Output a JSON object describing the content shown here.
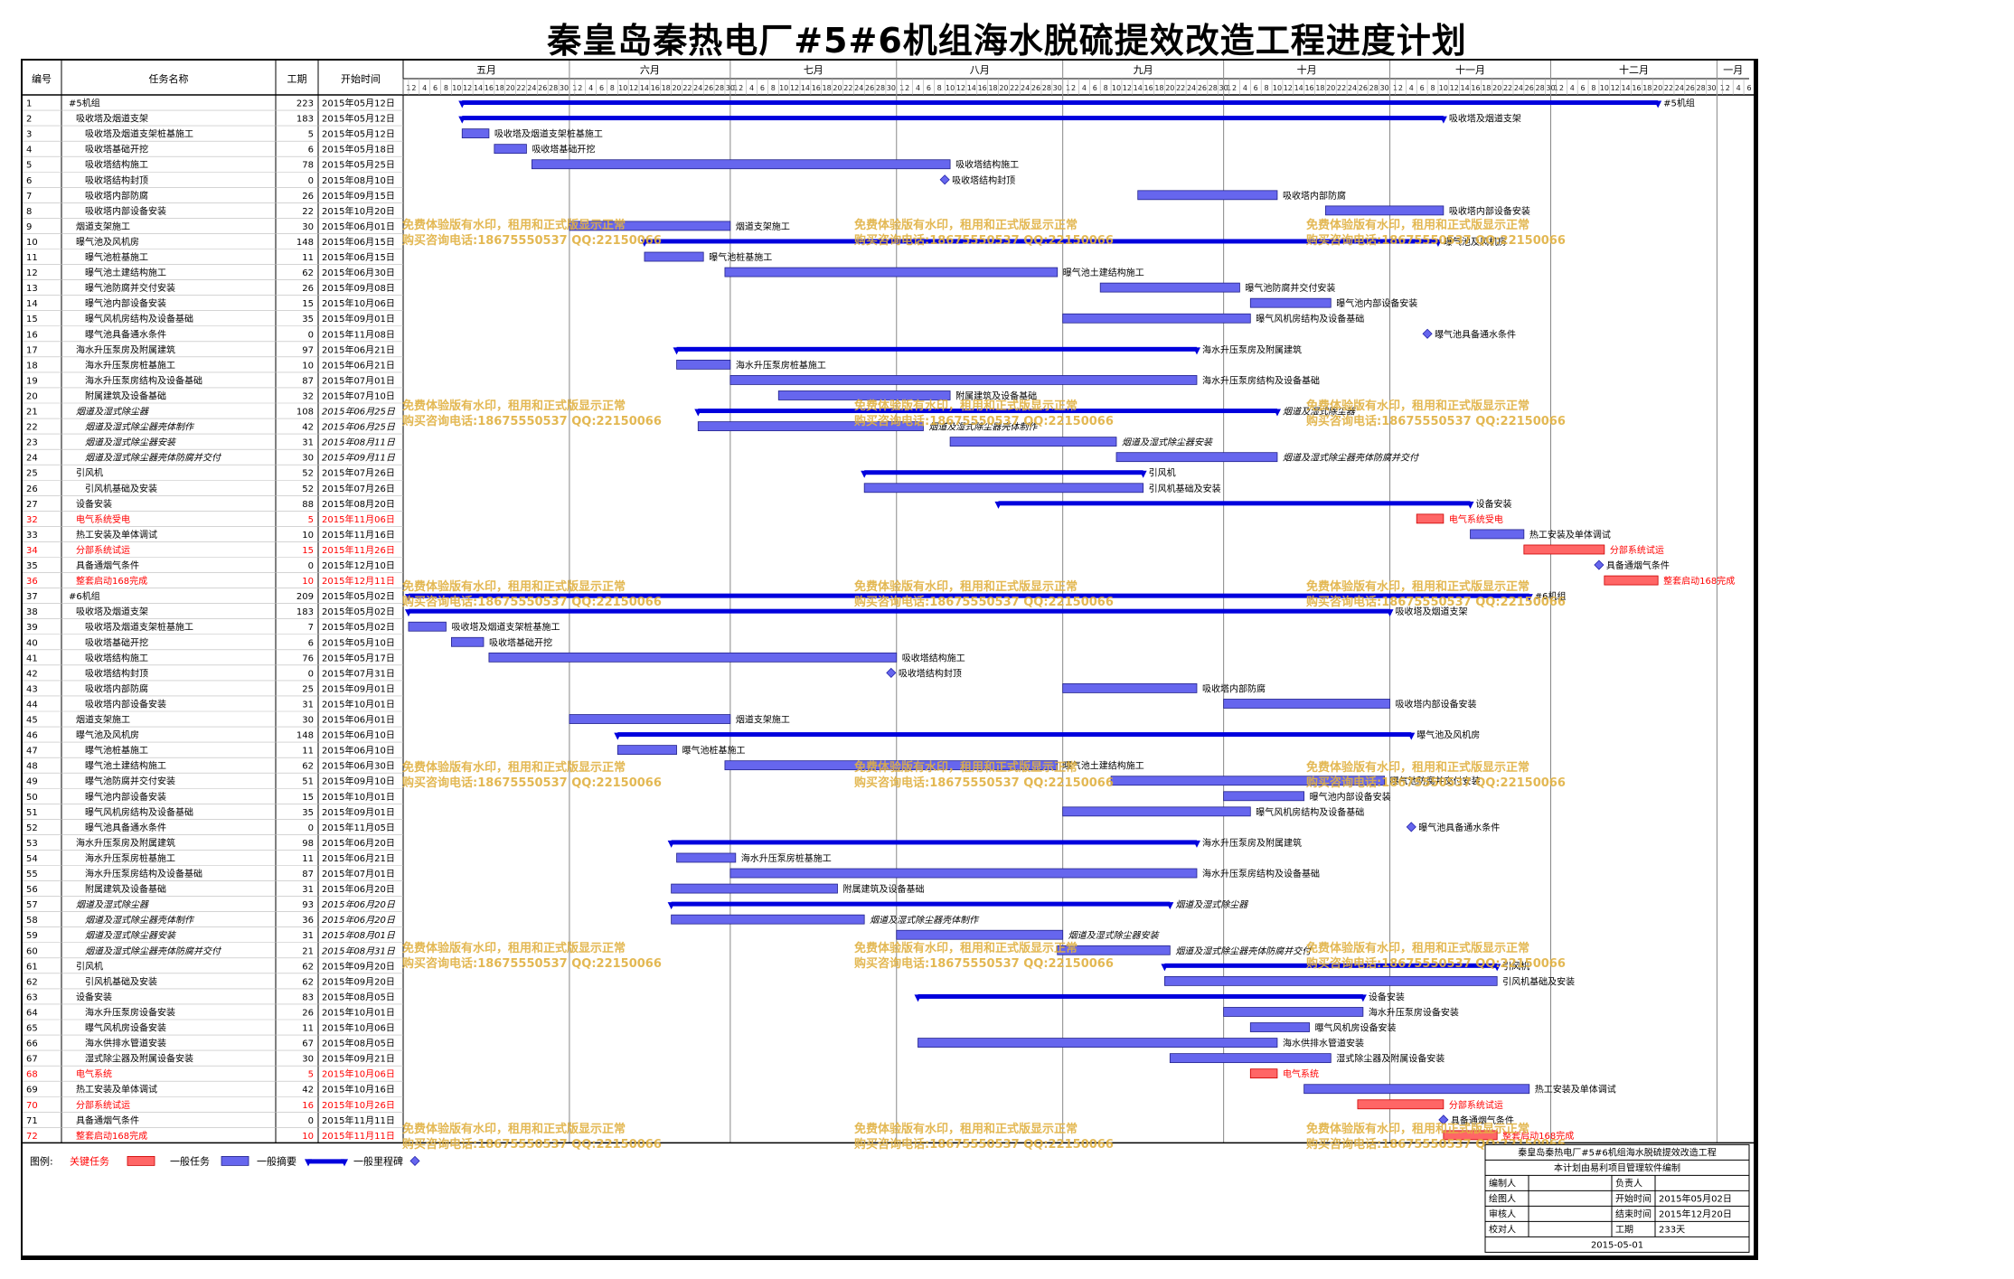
{
  "title": "秦皇岛秦热电厂#5#6机组海水脱硫提效改造工程进度计划",
  "columns": {
    "id": "编号",
    "name": "任务名称",
    "duration": "工期",
    "start": "开始时间"
  },
  "months": [
    "五月",
    "六月",
    "七月",
    "八月",
    "九月",
    "十月",
    "十一月",
    "十二月",
    "一月"
  ],
  "colors": {
    "critical": "#ff6666",
    "normal": "#6666ee",
    "summary": "#0000dd",
    "milestone": "#6666ee",
    "criticalText": "#ff0000",
    "watermark": "#e0b040"
  },
  "chart_data": {
    "type": "gantt",
    "timeline_start": "2015-05-01",
    "timeline_end": "2016-01-06",
    "tasks": [
      {
        "id": "1",
        "name": "#5机组",
        "dur": "223",
        "start": "2015年05月12日",
        "end": "2015-12-20",
        "type": "summary",
        "level": 0,
        "label": "#5机组"
      },
      {
        "id": "2",
        "name": "吸收塔及烟道支架",
        "dur": "183",
        "start": "2015年05月12日",
        "end": "2015-11-10",
        "type": "summary",
        "level": 1,
        "label": "吸收塔及烟道支架"
      },
      {
        "id": "3",
        "name": "吸收塔及烟道支架桩基施工",
        "dur": "5",
        "start": "2015年05月12日",
        "end": "2015-05-16",
        "type": "normal",
        "level": 2,
        "label": "吸收塔及烟道支架桩基施工"
      },
      {
        "id": "4",
        "name": "吸收塔基础开挖",
        "dur": "6",
        "start": "2015年05月18日",
        "end": "2015-05-23",
        "type": "normal",
        "level": 2,
        "label": "吸收塔基础开挖"
      },
      {
        "id": "5",
        "name": "吸收塔结构施工",
        "dur": "78",
        "start": "2015年05月25日",
        "end": "2015-08-10",
        "type": "normal",
        "level": 2,
        "label": "吸收塔结构施工"
      },
      {
        "id": "6",
        "name": "吸收塔结构封顶",
        "dur": "0",
        "start": "2015年08月10日",
        "end": "2015-08-10",
        "type": "milestone",
        "level": 2,
        "label": "吸收塔结构封顶"
      },
      {
        "id": "7",
        "name": "吸收塔内部防腐",
        "dur": "26",
        "start": "2015年09月15日",
        "end": "2015-10-10",
        "type": "normal",
        "level": 2,
        "label": "吸收塔内部防腐"
      },
      {
        "id": "8",
        "name": "吸收塔内部设备安装",
        "dur": "22",
        "start": "2015年10月20日",
        "end": "2015-11-10",
        "type": "normal",
        "level": 2,
        "label": "吸收塔内部设备安装"
      },
      {
        "id": "9",
        "name": "烟道支架施工",
        "dur": "30",
        "start": "2015年06月01日",
        "end": "2015-06-30",
        "type": "normal",
        "level": 1,
        "label": "烟道支架施工"
      },
      {
        "id": "10",
        "name": "曝气池及风机房",
        "dur": "148",
        "start": "2015年06月15日",
        "end": "2015-11-09",
        "type": "summary",
        "level": 1,
        "label": "曝气池及风机房"
      },
      {
        "id": "11",
        "name": "曝气池桩基施工",
        "dur": "11",
        "start": "2015年06月15日",
        "end": "2015-06-25",
        "type": "normal",
        "level": 2,
        "label": "曝气池桩基施工"
      },
      {
        "id": "12",
        "name": "曝气池土建结构施工",
        "dur": "62",
        "start": "2015年06月30日",
        "end": "2015-08-30",
        "type": "normal",
        "level": 2,
        "label": "曝气池土建结构施工"
      },
      {
        "id": "13",
        "name": "曝气池防腐并交付安装",
        "dur": "26",
        "start": "2015年09月08日",
        "end": "2015-10-03",
        "type": "normal",
        "level": 2,
        "label": "曝气池防腐并交付安装"
      },
      {
        "id": "14",
        "name": "曝气池内部设备安装",
        "dur": "15",
        "start": "2015年10月06日",
        "end": "2015-10-20",
        "type": "normal",
        "level": 2,
        "label": "曝气池内部设备安装"
      },
      {
        "id": "15",
        "name": "曝气风机房结构及设备基础",
        "dur": "35",
        "start": "2015年09月01日",
        "end": "2015-10-05",
        "type": "normal",
        "level": 2,
        "label": "曝气风机房结构及设备基础"
      },
      {
        "id": "16",
        "name": "曝气池具备通水条件",
        "dur": "0",
        "start": "2015年11月08日",
        "end": "2015-11-08",
        "type": "milestone",
        "level": 2,
        "label": "曝气池具备通水条件"
      },
      {
        "id": "17",
        "name": "海水升压泵房及附属建筑",
        "dur": "97",
        "start": "2015年06月21日",
        "end": "2015-09-25",
        "type": "summary",
        "level": 1,
        "label": "海水升压泵房及附属建筑"
      },
      {
        "id": "18",
        "name": "海水升压泵房桩基施工",
        "dur": "10",
        "start": "2015年06月21日",
        "end": "2015-06-30",
        "type": "normal",
        "level": 2,
        "label": "海水升压泵房桩基施工"
      },
      {
        "id": "19",
        "name": "海水升压泵房结构及设备基础",
        "dur": "87",
        "start": "2015年07月01日",
        "end": "2015-09-25",
        "type": "normal",
        "level": 2,
        "label": "海水升压泵房结构及设备基础"
      },
      {
        "id": "20",
        "name": "附属建筑及设备基础",
        "dur": "32",
        "start": "2015年07月10日",
        "end": "2015-08-10",
        "type": "normal",
        "level": 2,
        "label": "附属建筑及设备基础"
      },
      {
        "id": "21",
        "name": "烟道及湿式除尘器",
        "dur": "108",
        "start": "2015年06月25日",
        "end": "2015-10-10",
        "type": "summary",
        "level": 1,
        "italic": true,
        "label": "烟道及湿式除尘器"
      },
      {
        "id": "22",
        "name": "烟道及湿式除尘器壳体制作",
        "dur": "42",
        "start": "2015年06月25日",
        "end": "2015-08-05",
        "type": "normal",
        "level": 2,
        "italic": true,
        "label": "烟道及湿式除尘器壳体制作"
      },
      {
        "id": "23",
        "name": "烟道及湿式除尘器安装",
        "dur": "31",
        "start": "2015年08月11日",
        "end": "2015-09-10",
        "type": "normal",
        "level": 2,
        "italic": true,
        "label": "烟道及湿式除尘器安装"
      },
      {
        "id": "24",
        "name": "烟道及湿式除尘器壳体防腐并交付",
        "dur": "30",
        "start": "2015年09月11日",
        "end": "2015-10-10",
        "type": "normal",
        "level": 2,
        "italic": true,
        "label": "烟道及湿式除尘器壳体防腐并交付"
      },
      {
        "id": "25",
        "name": "引风机",
        "dur": "52",
        "start": "2015年07月26日",
        "end": "2015-09-15",
        "type": "summary",
        "level": 1,
        "label": "引风机"
      },
      {
        "id": "26",
        "name": "引风机基础及安装",
        "dur": "52",
        "start": "2015年07月26日",
        "end": "2015-09-15",
        "type": "normal",
        "level": 2,
        "label": "引风机基础及安装"
      },
      {
        "id": "27",
        "name": "设备安装",
        "dur": "88",
        "start": "2015年08月20日",
        "end": "2015-11-15",
        "type": "summary",
        "level": 1,
        "label": "设备安装"
      },
      {
        "id": "32",
        "name": "电气系统受电",
        "dur": "5",
        "start": "2015年11月06日",
        "end": "2015-11-10",
        "type": "critical",
        "level": 1,
        "label": "电气系统受电"
      },
      {
        "id": "33",
        "name": "热工安装及单体调试",
        "dur": "10",
        "start": "2015年11月16日",
        "end": "2015-11-25",
        "type": "normal",
        "level": 1,
        "label": "热工安装及单体调试"
      },
      {
        "id": "34",
        "name": "分部系统试运",
        "dur": "15",
        "start": "2015年11月26日",
        "end": "2015-12-10",
        "type": "critical",
        "level": 1,
        "label": "分部系统试运"
      },
      {
        "id": "35",
        "name": "具备通烟气条件",
        "dur": "0",
        "start": "2015年12月10日",
        "end": "2015-12-10",
        "type": "milestone",
        "level": 1,
        "label": "具备通烟气条件"
      },
      {
        "id": "36",
        "name": "整套启动168完成",
        "dur": "10",
        "start": "2015年12月11日",
        "end": "2015-12-20",
        "type": "critical",
        "level": 1,
        "label": "整套启动168完成"
      },
      {
        "id": "37",
        "name": "#6机组",
        "dur": "209",
        "start": "2015年05月02日",
        "end": "2015-11-26",
        "type": "summary",
        "level": 0,
        "label": "#6机组"
      },
      {
        "id": "38",
        "name": "吸收塔及烟道支架",
        "dur": "183",
        "start": "2015年05月02日",
        "end": "2015-10-31",
        "type": "summary",
        "level": 1,
        "label": "吸收塔及烟道支架"
      },
      {
        "id": "39",
        "name": "吸收塔及烟道支架桩基施工",
        "dur": "7",
        "start": "2015年05月02日",
        "end": "2015-05-08",
        "type": "normal",
        "level": 2,
        "label": "吸收塔及烟道支架桩基施工"
      },
      {
        "id": "40",
        "name": "吸收塔基础开挖",
        "dur": "6",
        "start": "2015年05月10日",
        "end": "2015-05-15",
        "type": "normal",
        "level": 2,
        "label": "吸收塔基础开挖"
      },
      {
        "id": "41",
        "name": "吸收塔结构施工",
        "dur": "76",
        "start": "2015年05月17日",
        "end": "2015-07-31",
        "type": "normal",
        "level": 2,
        "label": "吸收塔结构施工"
      },
      {
        "id": "42",
        "name": "吸收塔结构封顶",
        "dur": "0",
        "start": "2015年07月31日",
        "end": "2015-07-31",
        "type": "milestone",
        "level": 2,
        "label": "吸收塔结构封顶"
      },
      {
        "id": "43",
        "name": "吸收塔内部防腐",
        "dur": "25",
        "start": "2015年09月01日",
        "end": "2015-09-25",
        "type": "normal",
        "level": 2,
        "label": "吸收塔内部防腐"
      },
      {
        "id": "44",
        "name": "吸收塔内部设备安装",
        "dur": "31",
        "start": "2015年10月01日",
        "end": "2015-10-31",
        "type": "normal",
        "level": 2,
        "label": "吸收塔内部设备安装"
      },
      {
        "id": "45",
        "name": "烟道支架施工",
        "dur": "30",
        "start": "2015年06月01日",
        "end": "2015-06-30",
        "type": "normal",
        "level": 1,
        "label": "烟道支架施工"
      },
      {
        "id": "46",
        "name": "曝气池及风机房",
        "dur": "148",
        "start": "2015年06月10日",
        "end": "2015-11-04",
        "type": "summary",
        "level": 1,
        "label": "曝气池及风机房"
      },
      {
        "id": "47",
        "name": "曝气池桩基施工",
        "dur": "11",
        "start": "2015年06月10日",
        "end": "2015-06-20",
        "type": "normal",
        "level": 2,
        "label": "曝气池桩基施工"
      },
      {
        "id": "48",
        "name": "曝气池土建结构施工",
        "dur": "62",
        "start": "2015年06月30日",
        "end": "2015-08-30",
        "type": "normal",
        "level": 2,
        "label": "曝气池土建结构施工"
      },
      {
        "id": "49",
        "name": "曝气池防腐并交付安装",
        "dur": "51",
        "start": "2015年09月10日",
        "end": "2015-10-30",
        "type": "normal",
        "level": 2,
        "label": "曝气池防腐并交付安装"
      },
      {
        "id": "50",
        "name": "曝气池内部设备安装",
        "dur": "15",
        "start": "2015年10月01日",
        "end": "2015-10-15",
        "type": "normal",
        "level": 2,
        "label": "曝气池内部设备安装"
      },
      {
        "id": "51",
        "name": "曝气风机房结构及设备基础",
        "dur": "35",
        "start": "2015年09月01日",
        "end": "2015-10-05",
        "type": "normal",
        "level": 2,
        "label": "曝气风机房结构及设备基础"
      },
      {
        "id": "52",
        "name": "曝气池具备通水条件",
        "dur": "0",
        "start": "2015年11月05日",
        "end": "2015-11-05",
        "type": "milestone",
        "level": 2,
        "label": "曝气池具备通水条件"
      },
      {
        "id": "53",
        "name": "海水升压泵房及附属建筑",
        "dur": "98",
        "start": "2015年06月20日",
        "end": "2015-09-25",
        "type": "summary",
        "level": 1,
        "label": "海水升压泵房及附属建筑"
      },
      {
        "id": "54",
        "name": "海水升压泵房桩基施工",
        "dur": "11",
        "start": "2015年06月21日",
        "end": "2015-07-01",
        "type": "normal",
        "level": 2,
        "label": "海水升压泵房桩基施工"
      },
      {
        "id": "55",
        "name": "海水升压泵房结构及设备基础",
        "dur": "87",
        "start": "2015年07月01日",
        "end": "2015-09-25",
        "type": "normal",
        "level": 2,
        "label": "海水升压泵房结构及设备基础"
      },
      {
        "id": "56",
        "name": "附属建筑及设备基础",
        "dur": "31",
        "start": "2015年06月20日",
        "end": "2015-07-20",
        "type": "normal",
        "level": 2,
        "label": "附属建筑及设备基础"
      },
      {
        "id": "57",
        "name": "烟道及湿式除尘器",
        "dur": "93",
        "start": "2015年06月20日",
        "end": "2015-09-20",
        "type": "summary",
        "level": 1,
        "italic": true,
        "label": "烟道及湿式除尘器"
      },
      {
        "id": "58",
        "name": "烟道及湿式除尘器壳体制作",
        "dur": "36",
        "start": "2015年06月20日",
        "end": "2015-07-25",
        "type": "normal",
        "level": 2,
        "italic": true,
        "label": "烟道及湿式除尘器壳体制作"
      },
      {
        "id": "59",
        "name": "烟道及湿式除尘器安装",
        "dur": "31",
        "start": "2015年08月01日",
        "end": "2015-08-31",
        "type": "normal",
        "level": 2,
        "italic": true,
        "label": "烟道及湿式除尘器安装"
      },
      {
        "id": "60",
        "name": "烟道及湿式除尘器壳体防腐并交付",
        "dur": "21",
        "start": "2015年08月31日",
        "end": "2015-09-20",
        "type": "normal",
        "level": 2,
        "italic": true,
        "label": "烟道及湿式除尘器壳体防腐并交付"
      },
      {
        "id": "61",
        "name": "引风机",
        "dur": "62",
        "start": "2015年09月20日",
        "end": "2015-11-20",
        "type": "summary",
        "level": 1,
        "label": "引风机"
      },
      {
        "id": "62",
        "name": "引风机基础及安装",
        "dur": "62",
        "start": "2015年09月20日",
        "end": "2015-11-20",
        "type": "normal",
        "level": 2,
        "label": "引风机基础及安装"
      },
      {
        "id": "63",
        "name": "设备安装",
        "dur": "83",
        "start": "2015年08月05日",
        "end": "2015-10-26",
        "type": "summary",
        "level": 1,
        "label": "设备安装"
      },
      {
        "id": "64",
        "name": "海水升压泵房设备安装",
        "dur": "26",
        "start": "2015年10月01日",
        "end": "2015-10-26",
        "type": "normal",
        "level": 2,
        "label": "海水升压泵房设备安装"
      },
      {
        "id": "65",
        "name": "曝气风机房设备安装",
        "dur": "11",
        "start": "2015年10月06日",
        "end": "2015-10-16",
        "type": "normal",
        "level": 2,
        "label": "曝气风机房设备安装"
      },
      {
        "id": "66",
        "name": "海水供排水管道安装",
        "dur": "67",
        "start": "2015年08月05日",
        "end": "2015-10-10",
        "type": "normal",
        "level": 2,
        "label": "海水供排水管道安装"
      },
      {
        "id": "67",
        "name": "湿式除尘器及附属设备安装",
        "dur": "30",
        "start": "2015年09月21日",
        "end": "2015-10-20",
        "type": "normal",
        "level": 2,
        "label": "湿式除尘器及附属设备安装"
      },
      {
        "id": "68",
        "name": "电气系统",
        "dur": "5",
        "start": "2015年10月06日",
        "end": "2015-10-10",
        "type": "critical",
        "level": 1,
        "label": "电气系统"
      },
      {
        "id": "69",
        "name": "热工安装及单体调试",
        "dur": "42",
        "start": "2015年10月16日",
        "end": "2015-11-26",
        "type": "normal",
        "level": 1,
        "label": "热工安装及单体调试"
      },
      {
        "id": "70",
        "name": "分部系统试运",
        "dur": "16",
        "start": "2015年10月26日",
        "end": "2015-11-10",
        "type": "critical",
        "level": 1,
        "label": "分部系统试运"
      },
      {
        "id": "71",
        "name": "具备通烟气条件",
        "dur": "0",
        "start": "2015年11月11日",
        "end": "2015-11-11",
        "type": "milestone",
        "level": 1,
        "label": "具备通烟气条件"
      },
      {
        "id": "72",
        "name": "整套启动168完成",
        "dur": "10",
        "start": "2015年11月11日",
        "end": "2015-11-20",
        "type": "critical",
        "level": 1,
        "label": "整套启动168完成"
      }
    ]
  },
  "watermark": {
    "line1": "免费体验版有水印，租用和正式版显示正常",
    "line2": "购买咨询电话:18675550537 QQ:22150066"
  },
  "legend": {
    "title": "图例:",
    "critical": "关键任务",
    "normal": "一般任务",
    "summary": "一般摘要",
    "milestone": "一般里程碑"
  },
  "info": {
    "project": "秦皇岛秦热电厂#5#6机组海水脱硫提效改造工程",
    "software": "本计划由易利项目管理软件编制",
    "rows": [
      [
        "编制人",
        "",
        "负责人",
        ""
      ],
      [
        "绘图人",
        "",
        "开始时间",
        "2015年05月02日"
      ],
      [
        "审核人",
        "",
        "结束时间",
        "2015年12月20日"
      ],
      [
        "校对人",
        "",
        "工期",
        "233天"
      ]
    ],
    "date": "2015-05-01"
  }
}
